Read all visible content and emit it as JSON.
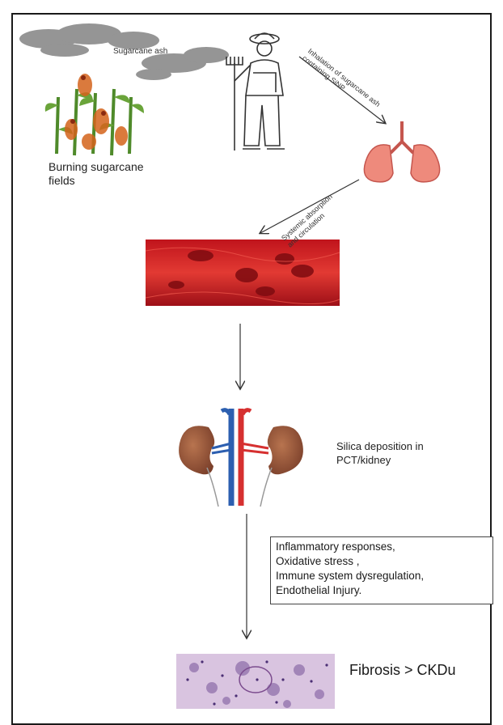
{
  "labels": {
    "smoke": "Sugarcane ash",
    "burning_fields": "Burning sugarcane fields",
    "inhalation": "Inhalation of sugarcane ash\ncontaining SiNP",
    "systemic": "Systemic absorption\nand circulation",
    "silica": "Silica deposition in PCT/kidney",
    "outcome": "Fibrosis > CKDu"
  },
  "effects": [
    "Inflammatory responses,",
    "Oxidative stress ,",
    "Immune system dysregulation,",
    "Endothelial Injury."
  ],
  "icons": [
    "smoke-cloud-icon",
    "sugarcane-field-icon",
    "farmer-icon",
    "lungs-icon",
    "blood-vessel-icon",
    "kidneys-icon",
    "histology-icon"
  ]
}
